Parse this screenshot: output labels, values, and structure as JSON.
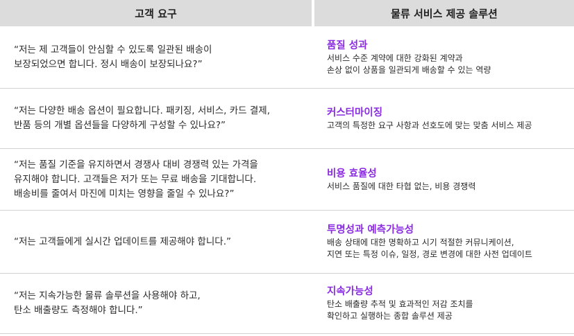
{
  "header": {
    "left": "고객 요구",
    "right": "물류 서비스 제공 솔루션"
  },
  "accent_color": "#8a2be2",
  "rows": [
    {
      "need": [
        "“저는 제 고객들이 안심할 수 있도록 일관된 배송이",
        "보장되었으면 합니다. 정시 배송이 보장되나요?”"
      ],
      "title": "품질 성과",
      "desc": [
        "서비스 수준 계약에 대한 강화된 계약과",
        "손상 없이 상품을 일관되게 배송할 수 있는 역량"
      ]
    },
    {
      "need": [
        "“저는 다양한 배송 옵션이 필요합니다. 패키징, 서비스, 카드 결제,",
        "반품 등의 개별 옵션들을 다양하게 구성할 수 있나요?”"
      ],
      "title": "커스터마이징",
      "desc": [
        "고객의 특정한 요구 사항과 선호도에 맞는 맞춤 서비스 제공"
      ]
    },
    {
      "need": [
        "“저는 품질 기준을 유지하면서 경쟁사 대비 경쟁력 있는 가격을",
        "유지해야 합니다. 고객들은 저가 또는 무료 배송을 기대합니다.",
        "배송비를 줄여서 마진에 미치는 영향을 줄일 수 있나요?”"
      ],
      "title": "비용 효율성",
      "desc": [
        "서비스 품질에 대한 타협 없는, 비용 경쟁력"
      ]
    },
    {
      "need": [
        "“저는 고객들에게 실시간 업데이트를 제공해야 합니다.”"
      ],
      "title": "투명성과 예측가능성",
      "desc": [
        "배송 상태에 대한 명확하고 시기 적절한 커뮤니케이션,",
        "지연 또는 특정 이슈, 일정, 경로 변경에 대한 사전 업데이트"
      ]
    },
    {
      "need": [
        "“저는 지속가능한 물류 솔루션을 사용해야 하고,",
        "탄소 배출량도 측정해야 합니다.”"
      ],
      "title": "지속가능성",
      "desc": [
        "탄소 배출량 추적 및 효과적인 저감 조치를",
        "확인하고 실행하는 종합 솔루션 제공"
      ]
    }
  ]
}
